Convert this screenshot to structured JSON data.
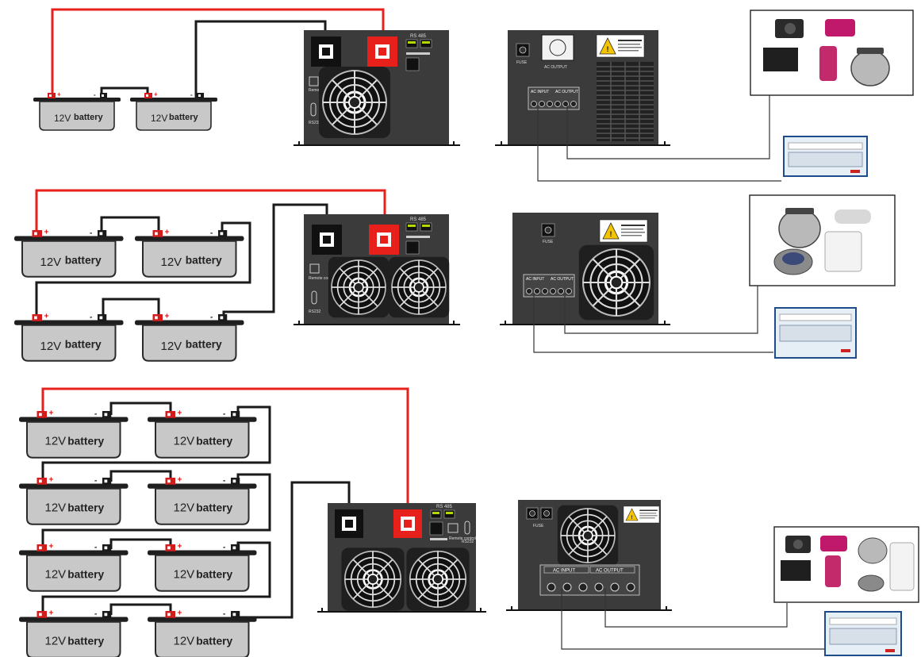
{
  "battery": {
    "voltage": "12V",
    "word": "battery"
  },
  "labels": {
    "rs485": "RS 485",
    "fuse": "FUSE",
    "ac_output": "AC OUTPUT",
    "ac_input": "AC INPUT",
    "remote": "Remote control",
    "rs232": "RS232",
    "warning": "WARNING"
  },
  "diagrams": [
    {
      "id": "2-battery",
      "battery_count": 2,
      "inverter_fans": 1
    },
    {
      "id": "4-battery",
      "battery_count": 4,
      "inverter_fans": 2
    },
    {
      "id": "8-battery",
      "battery_count": 8,
      "inverter_fans": 2
    }
  ],
  "colors": {
    "positive_wire": "#e8201c",
    "negative_wire": "#1a1a1a",
    "unit_body": "#3b3b3b",
    "battery_body": "#c8c8c8"
  },
  "icons": [
    "battery-icon",
    "inverter-icon",
    "fan-icon",
    "warning-icon",
    "appliances-photo",
    "breaker-box-photo"
  ]
}
